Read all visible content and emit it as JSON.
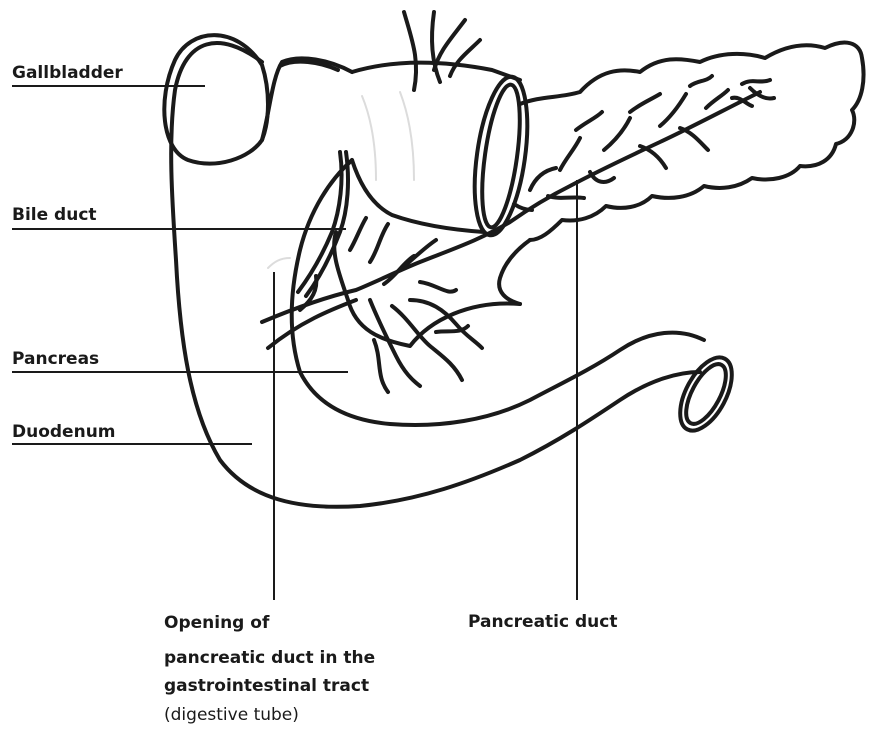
{
  "diagram": {
    "line_color": "#1a1a1a",
    "faint_line_color": "#dcdcdc",
    "background": "#ffffff",
    "labels": {
      "gallbladder": "Gallbladder",
      "bile_duct": "Bile duct",
      "pancreas": "Pancreas",
      "duodenum": "Duodenum",
      "pancreatic_duct": "Pancreatic duct",
      "opening_line1": "Opening of",
      "opening_line2": "pancreatic duct in the",
      "opening_line3": "gastrointestinal tract",
      "opening_line4": "(digestive tube)"
    }
  }
}
